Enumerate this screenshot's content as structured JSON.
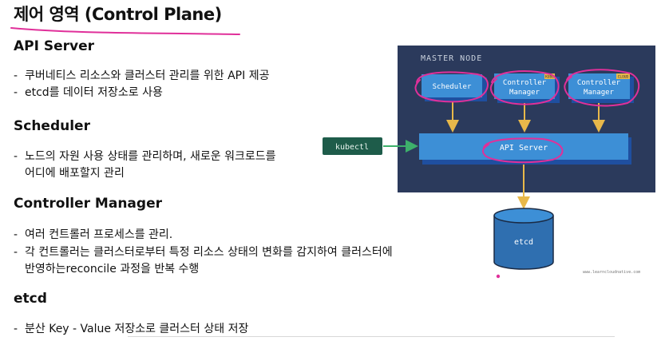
{
  "title": "제어 영역 (Control Plane)",
  "sections": [
    {
      "heading": "API Server",
      "bullets": [
        [
          "쿠버네티스 리소스와 클러스터 관리를 위한 API 제공"
        ],
        [
          "etcd를 데이터 저장소로 사용"
        ]
      ]
    },
    {
      "heading": "Scheduler",
      "bullets": [
        [
          "노드의 자원 사용 상태를 관리하며, 새로운 워크로드를",
          "어디에 배포할지 관리"
        ]
      ]
    },
    {
      "heading": "Controller Manager",
      "bullets": [
        [
          "여러 컨트롤러 프로세스를 관리."
        ],
        [
          "각 컨트롤러는 클러스터로부터 특정 리소스 상태의 변화를 감지하여 클러스터에",
          "반영하는reconcile 과정을 반복 수행"
        ]
      ]
    },
    {
      "heading": "etcd",
      "bullets": [
        [
          "분산 Key - Value 저장소로 클러스터 상태 저장"
        ]
      ]
    }
  ],
  "diagram": {
    "master_label": "MASTER NODE",
    "scheduler": "Scheduler",
    "controller_kube": [
      "Controller",
      "Manager"
    ],
    "kube_tag": "KUBE",
    "controller_cloud": [
      "Controller",
      "Manager"
    ],
    "cloud_tag": "CLOUD",
    "api_server": "API Server",
    "kubectl": "kubectl",
    "etcd": "etcd",
    "watermark": "www.learncloudnative.com",
    "colors": {
      "master_bg": "#2b3a5c",
      "component": "#3d8fd6",
      "shadow": "#1f4fa0",
      "arrow": "#e8b84a",
      "kubectl_bg": "#1e5c4a",
      "kubectl_arrow": "#3db06b",
      "etcd": "#2f6fb0",
      "highlight": "#e0309a"
    }
  }
}
